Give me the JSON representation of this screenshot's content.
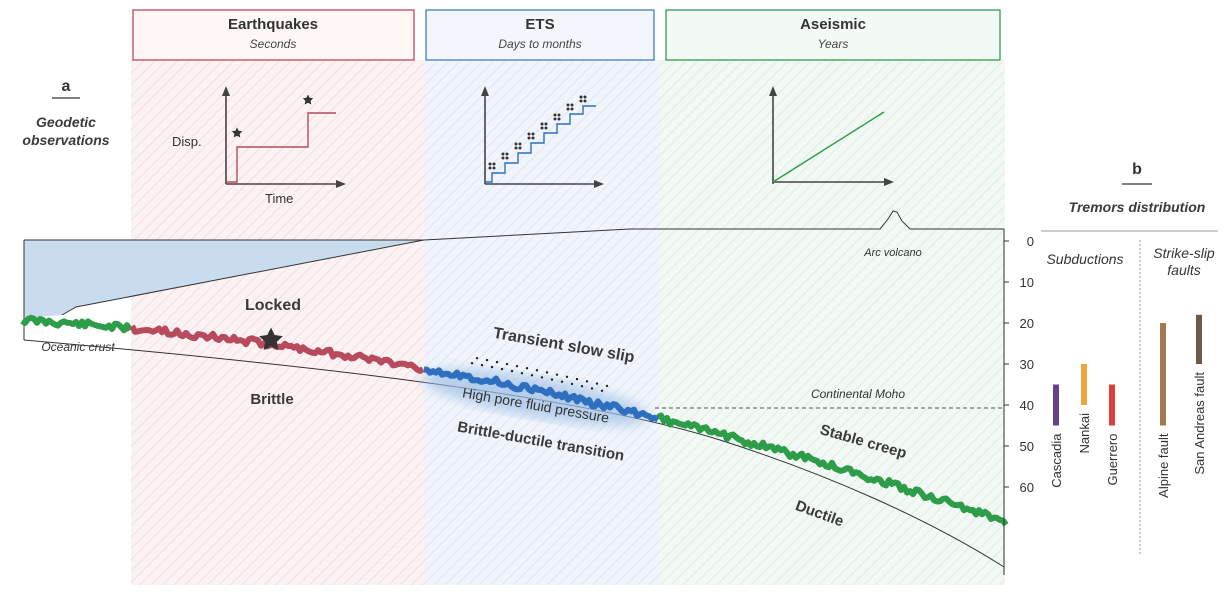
{
  "panel_a": {
    "letter": "a",
    "heading_line1": "Geodetic",
    "heading_line2": "observations"
  },
  "regimes": [
    {
      "title": "Earthquakes",
      "subtitle": "Seconds",
      "color": "#c0475a"
    },
    {
      "title": "ETS",
      "subtitle": "Days to months",
      "color": "#3f7fc1"
    },
    {
      "title": "Aseismic",
      "subtitle": "Years",
      "color": "#2f9b55"
    }
  ],
  "mini_plot": {
    "ylabel": "Disp.",
    "xlabel": "Time"
  },
  "cross_section": {
    "labels": {
      "locked": "Locked",
      "transient": "Transient slow slip",
      "fluid": "High pore fluid pressure",
      "brittle": "Brittle",
      "transition": "Brittle-ductile transition",
      "stable": "Stable creep",
      "ductile": "Ductile",
      "oceanic_crust": "Oceanic crust",
      "arc_volcano": "Arc volcano",
      "moho": "Continental Moho"
    },
    "depth_ticks": [
      "0",
      "10",
      "20",
      "30",
      "40",
      "50",
      "60"
    ],
    "colors": {
      "locked": "#b84a5e",
      "transient": "#2f6fbf",
      "creep": "#2e9d4a",
      "ocean": "#c9dcee"
    }
  },
  "panel_b": {
    "letter": "b",
    "heading": "Tremors distribution",
    "group_subductions": "Subductions",
    "group_strikeslip_line1": "Strike-slip",
    "group_strikeslip_line2": "faults",
    "bars": [
      {
        "name": "Cascadia",
        "depth_range": [
          35,
          45
        ],
        "color": "#6a3d8f"
      },
      {
        "name": "Nankai",
        "depth_range": [
          30,
          40
        ],
        "color": "#f0a640"
      },
      {
        "name": "Guerrero",
        "depth_range": [
          35,
          45
        ],
        "color": "#e03c3c"
      },
      {
        "name": "Alpine fault",
        "depth_range": [
          20,
          45
        ],
        "color": "#a57a4e"
      },
      {
        "name": "San Andreas fault",
        "depth_range": [
          18,
          30
        ],
        "color": "#6b5a48"
      }
    ]
  }
}
